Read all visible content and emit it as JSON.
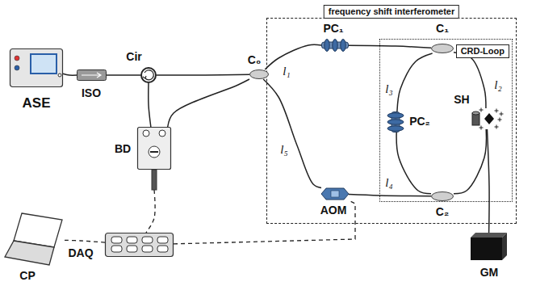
{
  "diagram": {
    "nodes": [
      {
        "text": [
          "frequency shift interferometer"
        ]
      },
      {
        "text": [
          "CRD-Loop"
        ],
        "in": 0
      },
      {
        "text": [
          "ASE"
        ]
      },
      {
        "text": [
          "ISO"
        ]
      },
      {
        "text": [
          "Cir"
        ]
      },
      {
        "text": [
          "C₀"
        ]
      },
      {
        "text": [
          "BD"
        ]
      },
      {
        "text": [
          "PC₁"
        ],
        "in": 0
      },
      {
        "text": [
          "C₁"
        ],
        "in": 1
      },
      {
        "text": [
          "PC₂"
        ],
        "in": 1
      },
      {
        "text": [
          "SH"
        ],
        "in": 1
      },
      {
        "text": [
          "C₂"
        ],
        "in": 1
      },
      {
        "text": [
          "AOM"
        ],
        "in": 0
      },
      {
        "text": [
          "DAQ"
        ]
      },
      {
        "text": [
          "CP"
        ]
      },
      {
        "text": [
          "GM"
        ]
      }
    ],
    "edges": [
      {
        "from": 2,
        "to": 3,
        "arrow": "none"
      },
      {
        "from": 3,
        "to": 4,
        "arrow": "none"
      },
      {
        "from": 4,
        "to": 5,
        "arrow": "none"
      },
      {
        "from": 4,
        "to": 6,
        "arrow": "none"
      },
      {
        "from": 5,
        "to": 6,
        "arrow": "none"
      },
      {
        "from": 5,
        "to": 7,
        "arrow": "none"
      },
      {
        "from": 7,
        "to": 8,
        "arrow": "none"
      },
      {
        "from": 8,
        "to": 9,
        "arrow": "none"
      },
      {
        "from": 9,
        "to": 11,
        "arrow": "none"
      },
      {
        "from": 8,
        "to": 10,
        "arrow": "none"
      },
      {
        "from": 10,
        "to": 11,
        "arrow": "none"
      },
      {
        "from": 11,
        "to": 12,
        "arrow": "none"
      },
      {
        "from": 12,
        "to": 5,
        "arrow": "none"
      },
      {
        "from": 6,
        "to": 13,
        "arrow": "none"
      },
      {
        "from": 13,
        "to": 14,
        "arrow": "none"
      },
      {
        "from": 13,
        "to": 12,
        "arrow": "none"
      },
      {
        "from": 10,
        "to": 15,
        "arrow": "none"
      }
    ],
    "labels": [
      "l₁",
      "l₂",
      "l₃",
      "l₄",
      "l₅"
    ]
  }
}
